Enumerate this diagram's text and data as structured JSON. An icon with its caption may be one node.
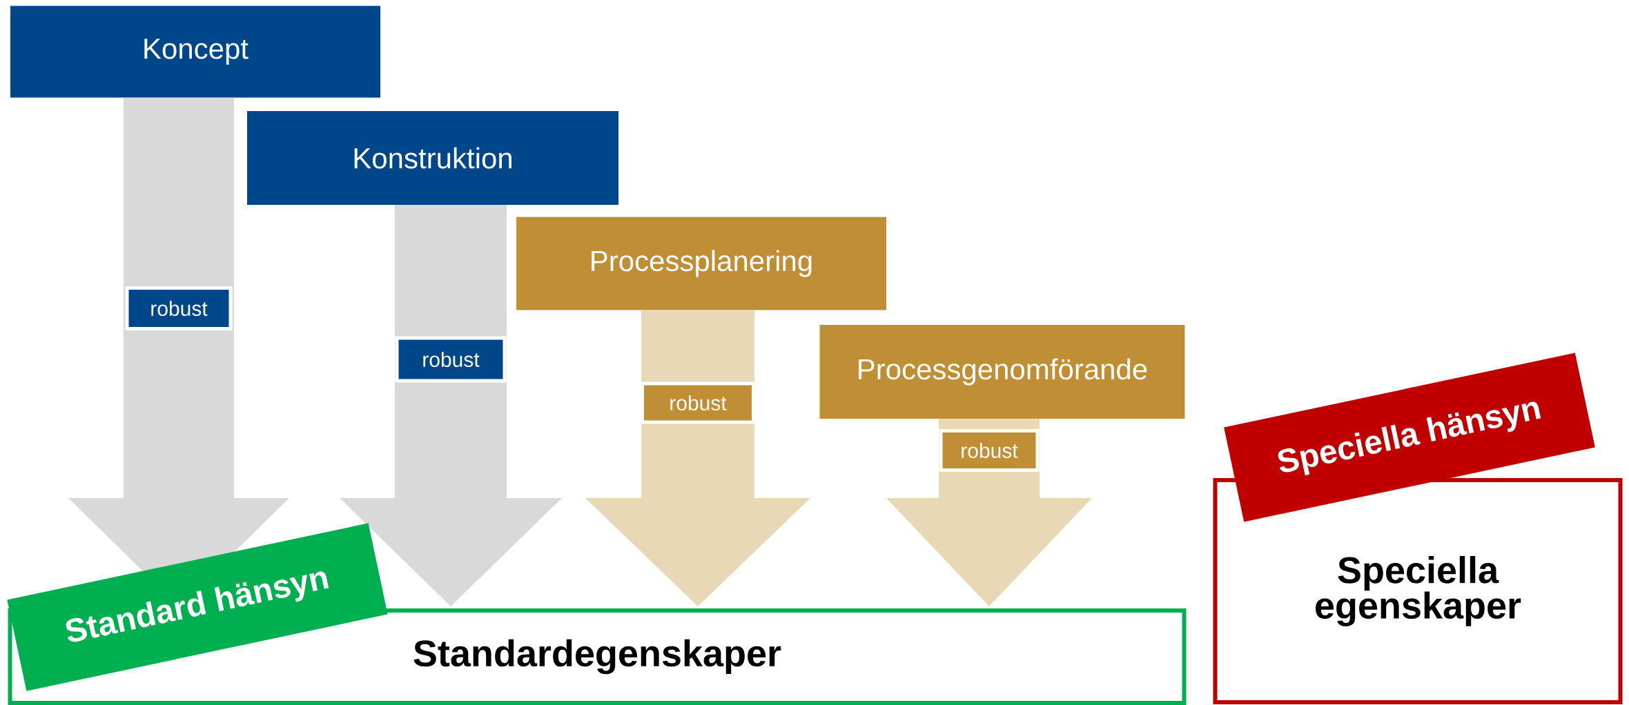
{
  "diagram": {
    "nodes": [
      {
        "text": [
          "Koncept"
        ]
      },
      {
        "text": [
          "Konstruktion"
        ]
      },
      {
        "text": [
          "Processplanering"
        ]
      },
      {
        "text": [
          "Processgenomförande"
        ]
      },
      {
        "text": [
          "Standard hänsyn"
        ]
      },
      {
        "text": [
          "Standardegenskaper"
        ]
      },
      {
        "text": [
          "Speciella hänsyn"
        ]
      },
      {
        "text": [
          "Speciella egenskaper"
        ]
      }
    ],
    "edges": [
      {
        "from": 0,
        "to": 5,
        "arrow": "to",
        "label": "robust",
        "color": "#d9d9d9"
      },
      {
        "from": 1,
        "to": 5,
        "arrow": "to",
        "label": "robust",
        "color": "#d9d9d9"
      },
      {
        "from": 2,
        "to": 5,
        "arrow": "to",
        "label": "robust",
        "color": "#e8d8b5"
      },
      {
        "from": 3,
        "to": 5,
        "arrow": "to",
        "label": "robust",
        "color": "#e8d8b5"
      }
    ]
  }
}
